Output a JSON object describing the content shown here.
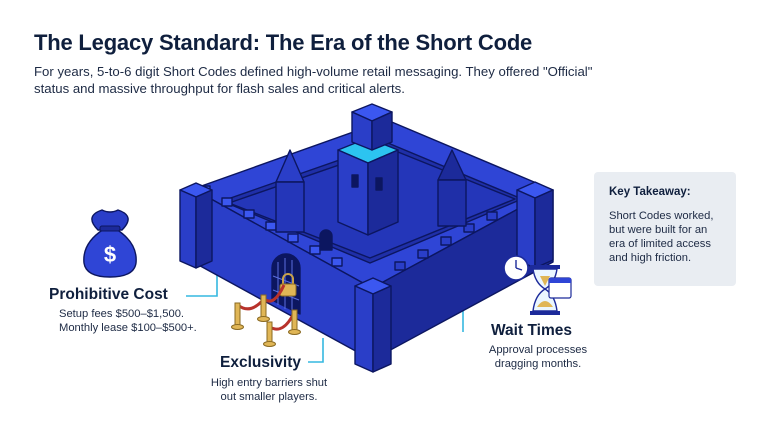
{
  "header": {
    "title": "The Legacy Standard: The Era of the Short Code",
    "subtitle": "For years, 5-to-6 digit Short Codes defined high-volume retail messaging. They offered \"Official\" status and massive throughput for flash sales and critical alerts."
  },
  "callouts": {
    "cost": {
      "title": "Prohibitive Cost",
      "line1": "Setup fees $500–$1,500.",
      "line2": "Monthly lease $100–$500+."
    },
    "exclusivity": {
      "title": "Exclusivity",
      "line1": "High entry barriers shut",
      "line2": "out smaller players."
    },
    "wait": {
      "title": "Wait Times",
      "line1": "Approval processes",
      "line2": "dragging months."
    }
  },
  "takeaway": {
    "title": "Key Takeaway:",
    "line1": "Short Codes worked,",
    "line2": "but were built for an",
    "line3": "era of limited access",
    "line4": "and high friction."
  },
  "icons": {
    "money_bag": "money-bag-icon",
    "hourglass": "hourglass-icon",
    "calendar": "calendar-icon",
    "clock": "clock-icon",
    "castle": "castle-illustration",
    "padlock": "padlock-icon"
  },
  "colors": {
    "castle_dark": "#1f2fa8",
    "castle_mid": "#2f45d6",
    "castle_light": "#3b57f0",
    "courtyard": "#2cc4f0",
    "leader_line": "#35b8e0",
    "panel_bg": "#e9edf2"
  }
}
